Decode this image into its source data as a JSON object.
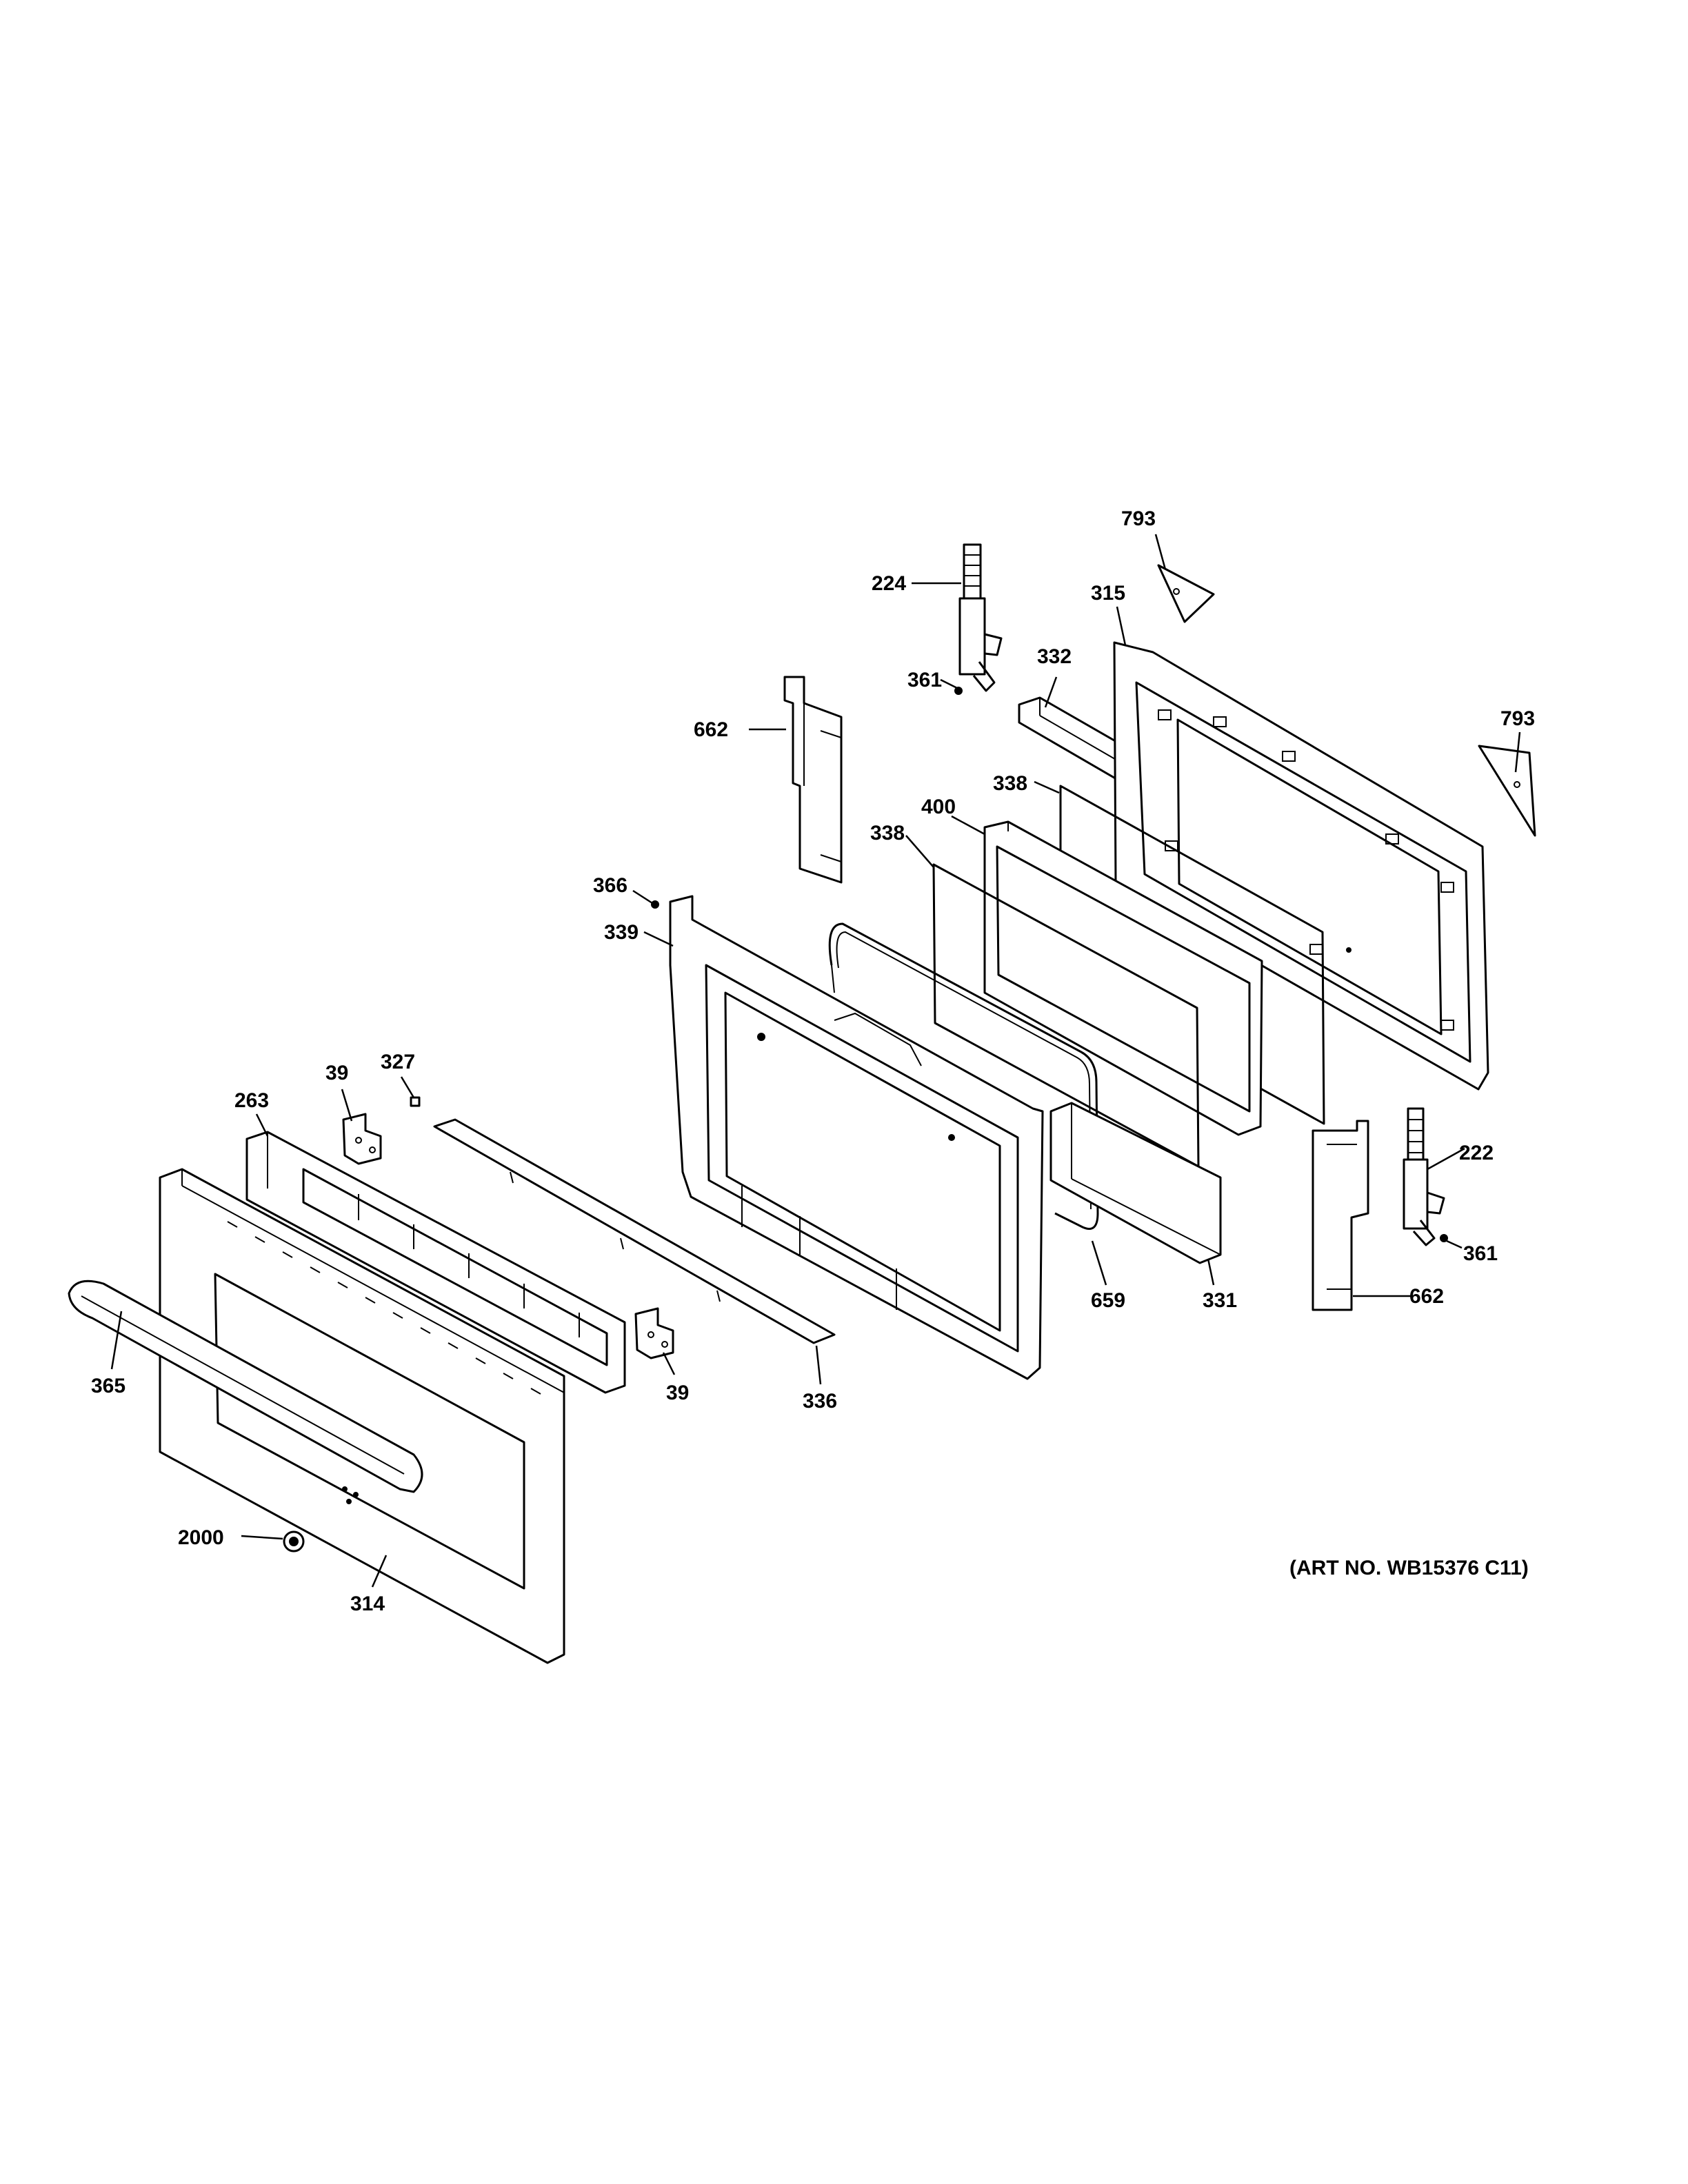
{
  "diagram": {
    "art_number": "(ART NO. WB15376 C11)",
    "callouts": {
      "c793a": "793",
      "c224": "224",
      "c315": "315",
      "c361a": "361",
      "c332": "332",
      "c662a": "662",
      "c793b": "793",
      "c338a": "338",
      "c400": "400",
      "c338b": "338",
      "c366": "366",
      "c339": "339",
      "c39a": "39",
      "c327": "327",
      "c263": "263",
      "c222": "222",
      "c361b": "361",
      "c659": "659",
      "c331": "331",
      "c662b": "662",
      "c365": "365",
      "c39b": "39",
      "c336": "336",
      "c2000": "2000",
      "c314": "314"
    }
  }
}
